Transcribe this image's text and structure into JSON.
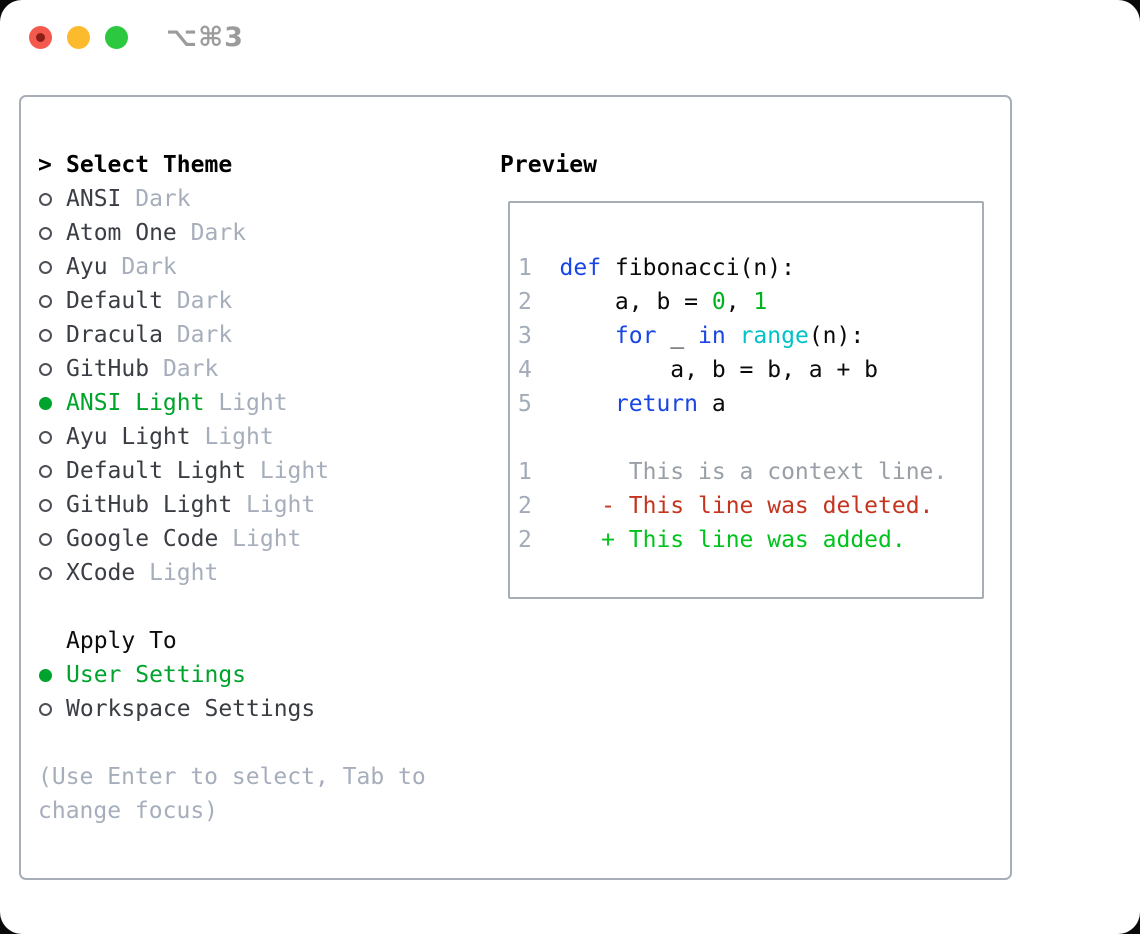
{
  "window": {
    "shortcut_label": "⌥⌘3"
  },
  "theme_panel": {
    "header_prefix": ">",
    "header": "Select Theme",
    "items": [
      {
        "name": "ANSI",
        "variant": "Dark",
        "selected": false
      },
      {
        "name": "Atom One",
        "variant": "Dark",
        "selected": false
      },
      {
        "name": "Ayu",
        "variant": "Dark",
        "selected": false
      },
      {
        "name": "Default",
        "variant": "Dark",
        "selected": false
      },
      {
        "name": "Dracula",
        "variant": "Dark",
        "selected": false
      },
      {
        "name": "GitHub",
        "variant": "Dark",
        "selected": false
      },
      {
        "name": "ANSI Light",
        "variant": "Light",
        "selected": true
      },
      {
        "name": "Ayu Light",
        "variant": "Light",
        "selected": false
      },
      {
        "name": "Default Light",
        "variant": "Light",
        "selected": false
      },
      {
        "name": "GitHub Light",
        "variant": "Light",
        "selected": false
      },
      {
        "name": "Google Code",
        "variant": "Light",
        "selected": false
      },
      {
        "name": "XCode",
        "variant": "Light",
        "selected": false
      }
    ]
  },
  "apply_panel": {
    "header": "Apply To",
    "options": [
      {
        "label": "User Settings",
        "selected": true
      },
      {
        "label": "Workspace Settings",
        "selected": false
      }
    ]
  },
  "help_text": "(Use Enter to select, Tab to change focus)",
  "preview": {
    "header": "Preview",
    "lines": [
      {
        "num": "1",
        "tokens": [
          {
            "text": "def",
            "color": "kw"
          },
          {
            "text": " fibonacci(n):",
            "color": "plain"
          }
        ]
      },
      {
        "num": "2",
        "tokens": [
          {
            "text": "    a, b = ",
            "color": "plain"
          },
          {
            "text": "0",
            "color": "num"
          },
          {
            "text": ", ",
            "color": "plain"
          },
          {
            "text": "1",
            "color": "num"
          }
        ]
      },
      {
        "num": "3",
        "tokens": [
          {
            "text": "    ",
            "color": "plain"
          },
          {
            "text": "for",
            "color": "kw"
          },
          {
            "text": " _ ",
            "color": "plain"
          },
          {
            "text": "in",
            "color": "kw"
          },
          {
            "text": " ",
            "color": "plain"
          },
          {
            "text": "range",
            "color": "builtin"
          },
          {
            "text": "(n):",
            "color": "plain"
          }
        ]
      },
      {
        "num": "4",
        "tokens": [
          {
            "text": "        a, b = b, a + b",
            "color": "plain"
          }
        ]
      },
      {
        "num": "5",
        "tokens": [
          {
            "text": "    ",
            "color": "plain"
          },
          {
            "text": "return",
            "color": "kw"
          },
          {
            "text": " a",
            "color": "plain"
          }
        ]
      },
      {
        "num": "",
        "tokens": []
      },
      {
        "num": "1",
        "tokens": [
          {
            "text": "     This is a context line.",
            "color": "context"
          }
        ]
      },
      {
        "num": "2",
        "tokens": [
          {
            "text": "   - This line was deleted.",
            "color": "deleted"
          }
        ]
      },
      {
        "num": "2",
        "tokens": [
          {
            "text": "   + This line was added.",
            "color": "added"
          }
        ]
      }
    ]
  },
  "colors": {
    "accent_green": "#00a32b",
    "border_gray": "#a7aeb8",
    "muted_gray": "#a6aebb",
    "item_text": "#3a3e44",
    "shortcut_gray": "#9b9b9b",
    "traffic": {
      "red": "#f4594e",
      "red_dot": "#8a1d15",
      "yellow": "#fcbb2d",
      "green": "#2bc840"
    },
    "syntax": {
      "kw": "#1845e4",
      "num": "#00b21c",
      "builtin": "#00c2c7",
      "plain": "#0a0a0a",
      "context": "#999fa6",
      "deleted": "#c5341f",
      "added": "#00c31d",
      "line_number": "#a3abb8"
    }
  }
}
